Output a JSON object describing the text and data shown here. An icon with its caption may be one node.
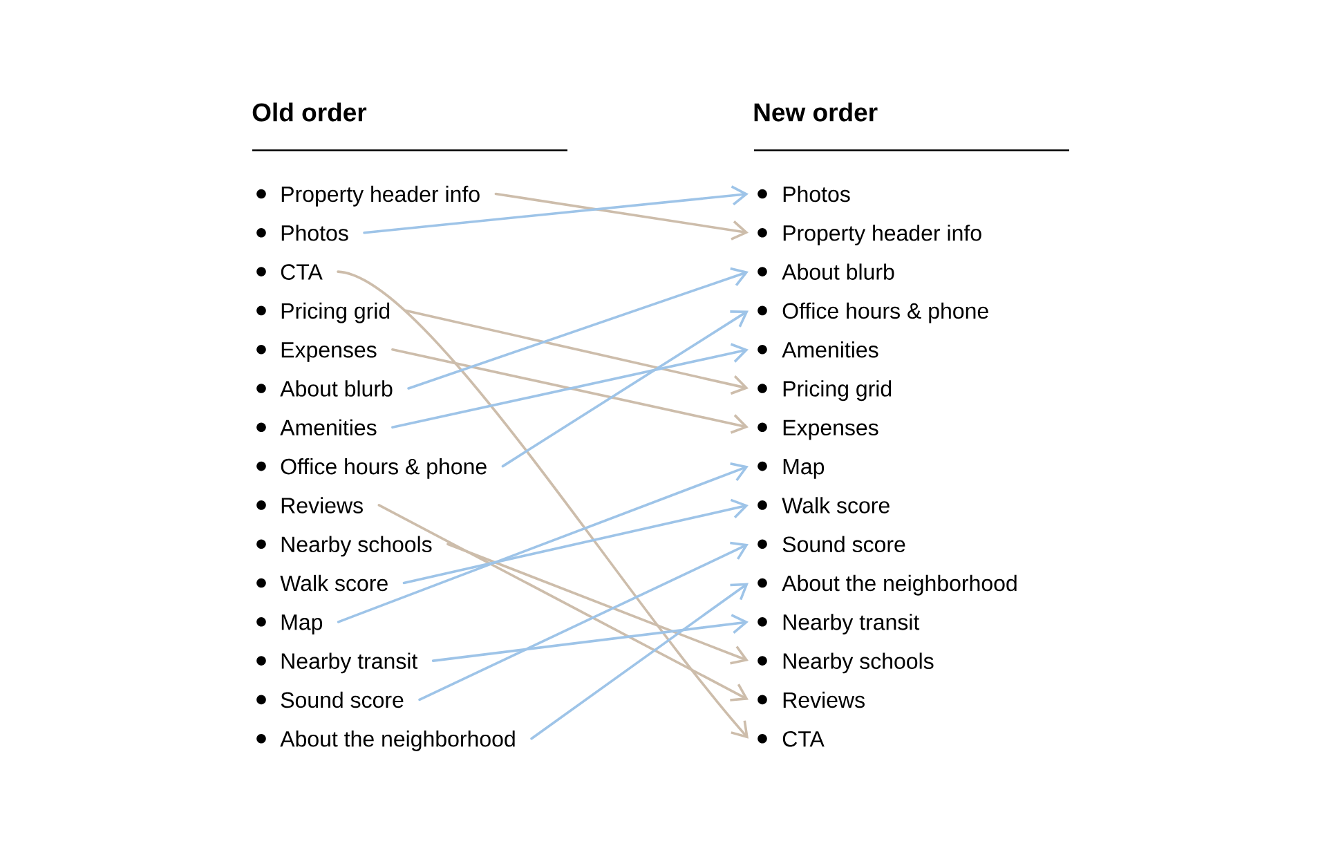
{
  "diagram": {
    "nodes": [
      {
        "text": [
          "Property header info"
        ]
      },
      {
        "text": [
          "Photos"
        ]
      },
      {
        "text": [
          "CTA"
        ]
      },
      {
        "text": [
          "Pricing grid"
        ]
      },
      {
        "text": [
          "Expenses"
        ]
      },
      {
        "text": [
          "About blurb"
        ]
      },
      {
        "text": [
          "Amenities"
        ]
      },
      {
        "text": [
          "Office hours & phone"
        ]
      },
      {
        "text": [
          "Reviews"
        ]
      },
      {
        "text": [
          "Nearby schools"
        ]
      },
      {
        "text": [
          "Walk score"
        ]
      },
      {
        "text": [
          "Map"
        ]
      },
      {
        "text": [
          "Nearby transit"
        ]
      },
      {
        "text": [
          "Sound score"
        ]
      },
      {
        "text": [
          "About the neighborhood"
        ]
      },
      {
        "text": [
          "Photos"
        ]
      },
      {
        "text": [
          "Property header info"
        ]
      },
      {
        "text": [
          "About blurb"
        ]
      },
      {
        "text": [
          "Office hours & phone"
        ]
      },
      {
        "text": [
          "Amenities"
        ]
      },
      {
        "text": [
          "Pricing grid"
        ]
      },
      {
        "text": [
          "Expenses"
        ]
      },
      {
        "text": [
          "Map"
        ]
      },
      {
        "text": [
          "Walk score"
        ]
      },
      {
        "text": [
          "Sound score"
        ]
      },
      {
        "text": [
          "About the neighborhood"
        ]
      },
      {
        "text": [
          "Nearby transit"
        ]
      },
      {
        "text": [
          "Nearby schools"
        ]
      },
      {
        "text": [
          "Reviews"
        ]
      },
      {
        "text": [
          "CTA"
        ]
      }
    ],
    "edges": [
      {
        "from": 0,
        "to": 16,
        "arrow": "to",
        "color": "#cdbdab"
      },
      {
        "from": 1,
        "to": 15,
        "arrow": "to"
      },
      {
        "from": 2,
        "to": 29,
        "arrow": "to",
        "color": "#cdbdab"
      },
      {
        "from": 3,
        "to": 20,
        "arrow": "to",
        "color": "#cdbdab"
      },
      {
        "from": 4,
        "to": 21,
        "arrow": "to",
        "color": "#cdbdab"
      },
      {
        "from": 5,
        "to": 17,
        "arrow": "to"
      },
      {
        "from": 6,
        "to": 19,
        "arrow": "to"
      },
      {
        "from": 7,
        "to": 18,
        "arrow": "to"
      },
      {
        "from": 8,
        "to": 28,
        "arrow": "to",
        "color": "#cdbdab"
      },
      {
        "from": 9,
        "to": 27,
        "arrow": "to",
        "color": "#cdbdab"
      },
      {
        "from": 10,
        "to": 23,
        "arrow": "to"
      },
      {
        "from": 11,
        "to": 22,
        "arrow": "to"
      },
      {
        "from": 12,
        "to": 26,
        "arrow": "to"
      },
      {
        "from": 13,
        "to": 24,
        "arrow": "to"
      },
      {
        "from": 14,
        "to": 25,
        "arrow": "to"
      }
    ],
    "labels": [
      "Old order",
      "New order"
    ]
  }
}
